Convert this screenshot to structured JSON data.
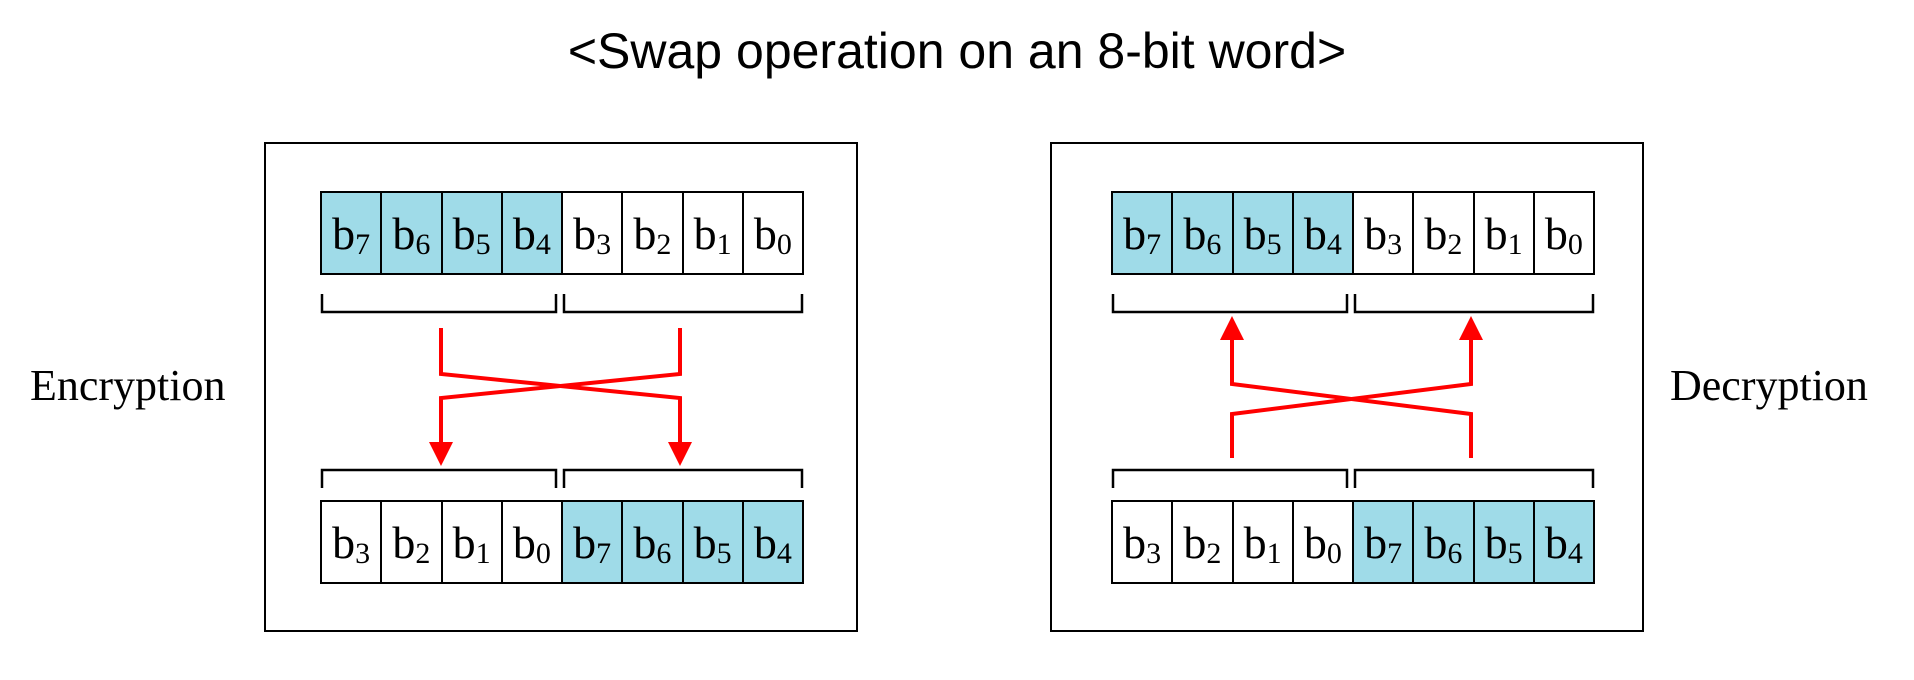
{
  "title": "<Swap operation on an 8-bit word>",
  "colors": {
    "highlight": "#9fdbe8",
    "arrow": "#ff0000",
    "line": "#000000"
  },
  "encryption": {
    "label": "Encryption",
    "top_word": [
      {
        "base": "b",
        "sub": "7",
        "highlight": true
      },
      {
        "base": "b",
        "sub": "6",
        "highlight": true
      },
      {
        "base": "b",
        "sub": "5",
        "highlight": true
      },
      {
        "base": "b",
        "sub": "4",
        "highlight": true
      },
      {
        "base": "b",
        "sub": "3",
        "highlight": false
      },
      {
        "base": "b",
        "sub": "2",
        "highlight": false
      },
      {
        "base": "b",
        "sub": "1",
        "highlight": false
      },
      {
        "base": "b",
        "sub": "0",
        "highlight": false
      }
    ],
    "bottom_word": [
      {
        "base": "b",
        "sub": "3",
        "highlight": false
      },
      {
        "base": "b",
        "sub": "2",
        "highlight": false
      },
      {
        "base": "b",
        "sub": "1",
        "highlight": false
      },
      {
        "base": "b",
        "sub": "0",
        "highlight": false
      },
      {
        "base": "b",
        "sub": "7",
        "highlight": true
      },
      {
        "base": "b",
        "sub": "6",
        "highlight": true
      },
      {
        "base": "b",
        "sub": "5",
        "highlight": true
      },
      {
        "base": "b",
        "sub": "4",
        "highlight": true
      }
    ]
  },
  "decryption": {
    "label": "Decryption",
    "top_word": [
      {
        "base": "b",
        "sub": "7",
        "highlight": true
      },
      {
        "base": "b",
        "sub": "6",
        "highlight": true
      },
      {
        "base": "b",
        "sub": "5",
        "highlight": true
      },
      {
        "base": "b",
        "sub": "4",
        "highlight": true
      },
      {
        "base": "b",
        "sub": "3",
        "highlight": false
      },
      {
        "base": "b",
        "sub": "2",
        "highlight": false
      },
      {
        "base": "b",
        "sub": "1",
        "highlight": false
      },
      {
        "base": "b",
        "sub": "0",
        "highlight": false
      }
    ],
    "bottom_word": [
      {
        "base": "b",
        "sub": "3",
        "highlight": false
      },
      {
        "base": "b",
        "sub": "2",
        "highlight": false
      },
      {
        "base": "b",
        "sub": "1",
        "highlight": false
      },
      {
        "base": "b",
        "sub": "0",
        "highlight": false
      },
      {
        "base": "b",
        "sub": "7",
        "highlight": true
      },
      {
        "base": "b",
        "sub": "6",
        "highlight": true
      },
      {
        "base": "b",
        "sub": "5",
        "highlight": true
      },
      {
        "base": "b",
        "sub": "4",
        "highlight": true
      }
    ]
  }
}
